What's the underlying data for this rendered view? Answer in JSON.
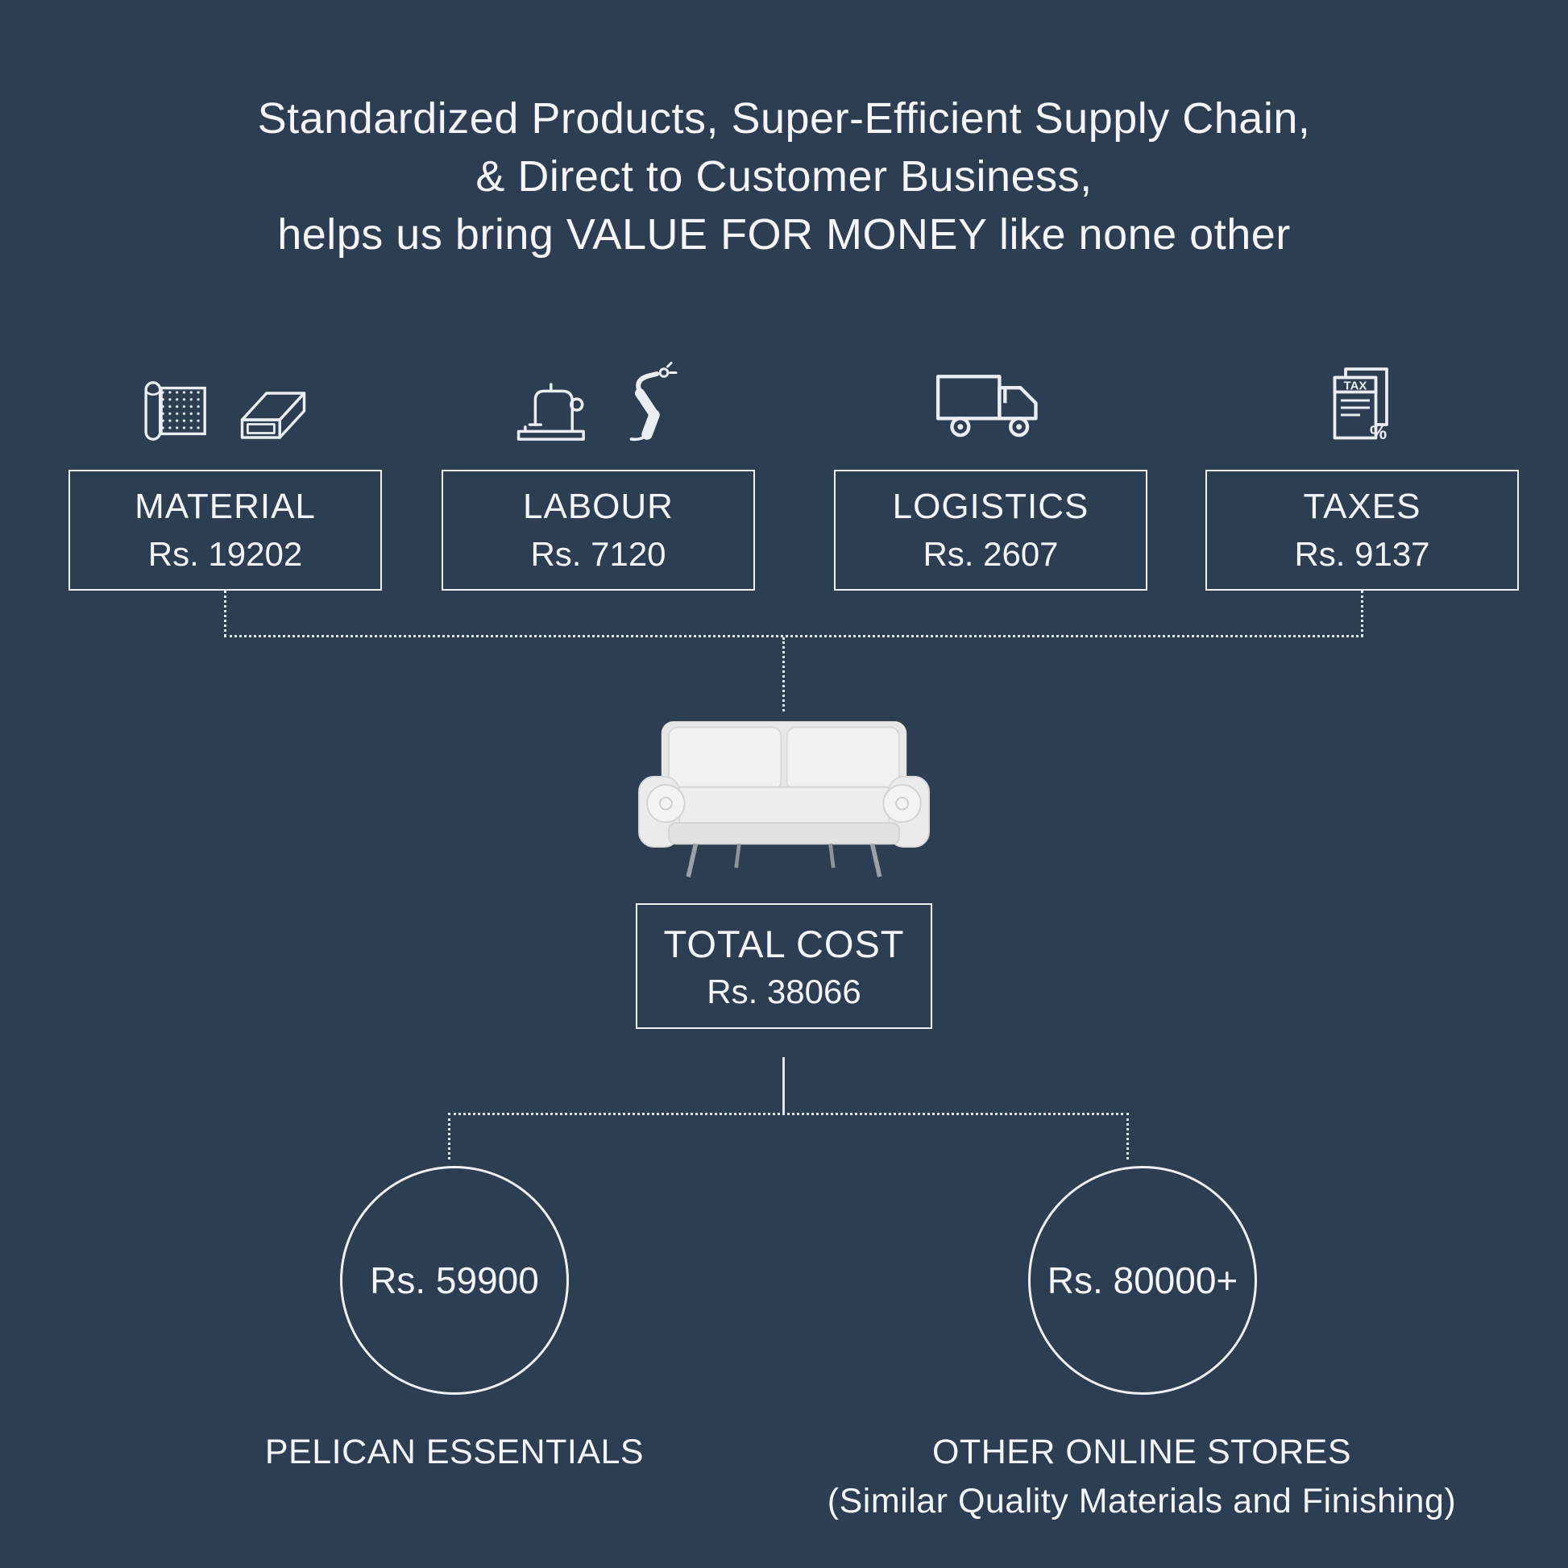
{
  "theme": {
    "background": "#2d3e52",
    "line_color": "#dfe6ec",
    "text_color": "#f3f6f9"
  },
  "title": {
    "line1": "Standardized Products, Super-Efficient Supply Chain,",
    "line2": "& Direct to Customer Business,",
    "line3": "helps us bring VALUE FOR MONEY like none other"
  },
  "cost_breakdown": [
    {
      "label": "MATERIAL",
      "amount": "Rs. 19202",
      "icons": [
        "fabric-roll-icon",
        "steel-tube-icon"
      ]
    },
    {
      "label": "LABOUR",
      "amount": "Rs. 7120",
      "icons": [
        "sewing-machine-icon",
        "welding-torch-icon"
      ]
    },
    {
      "label": "LOGISTICS",
      "amount": "Rs. 2607",
      "icons": [
        "delivery-truck-icon"
      ]
    },
    {
      "label": "TAXES",
      "amount": "Rs. 9137",
      "icons": [
        "tax-document-icon"
      ]
    }
  ],
  "icons": {
    "tax_label": "TAX",
    "percent_symbol": "%"
  },
  "product": {
    "name": "sofa-illustration"
  },
  "total": {
    "label": "TOTAL COST",
    "amount": "Rs. 38066"
  },
  "price_comparison": [
    {
      "price": "Rs. 59900",
      "store": "PELICAN ESSENTIALS",
      "note": ""
    },
    {
      "price": "Rs. 80000+",
      "store": "OTHER ONLINE STORES",
      "note": "(Similar Quality Materials and Finishing)"
    }
  ]
}
